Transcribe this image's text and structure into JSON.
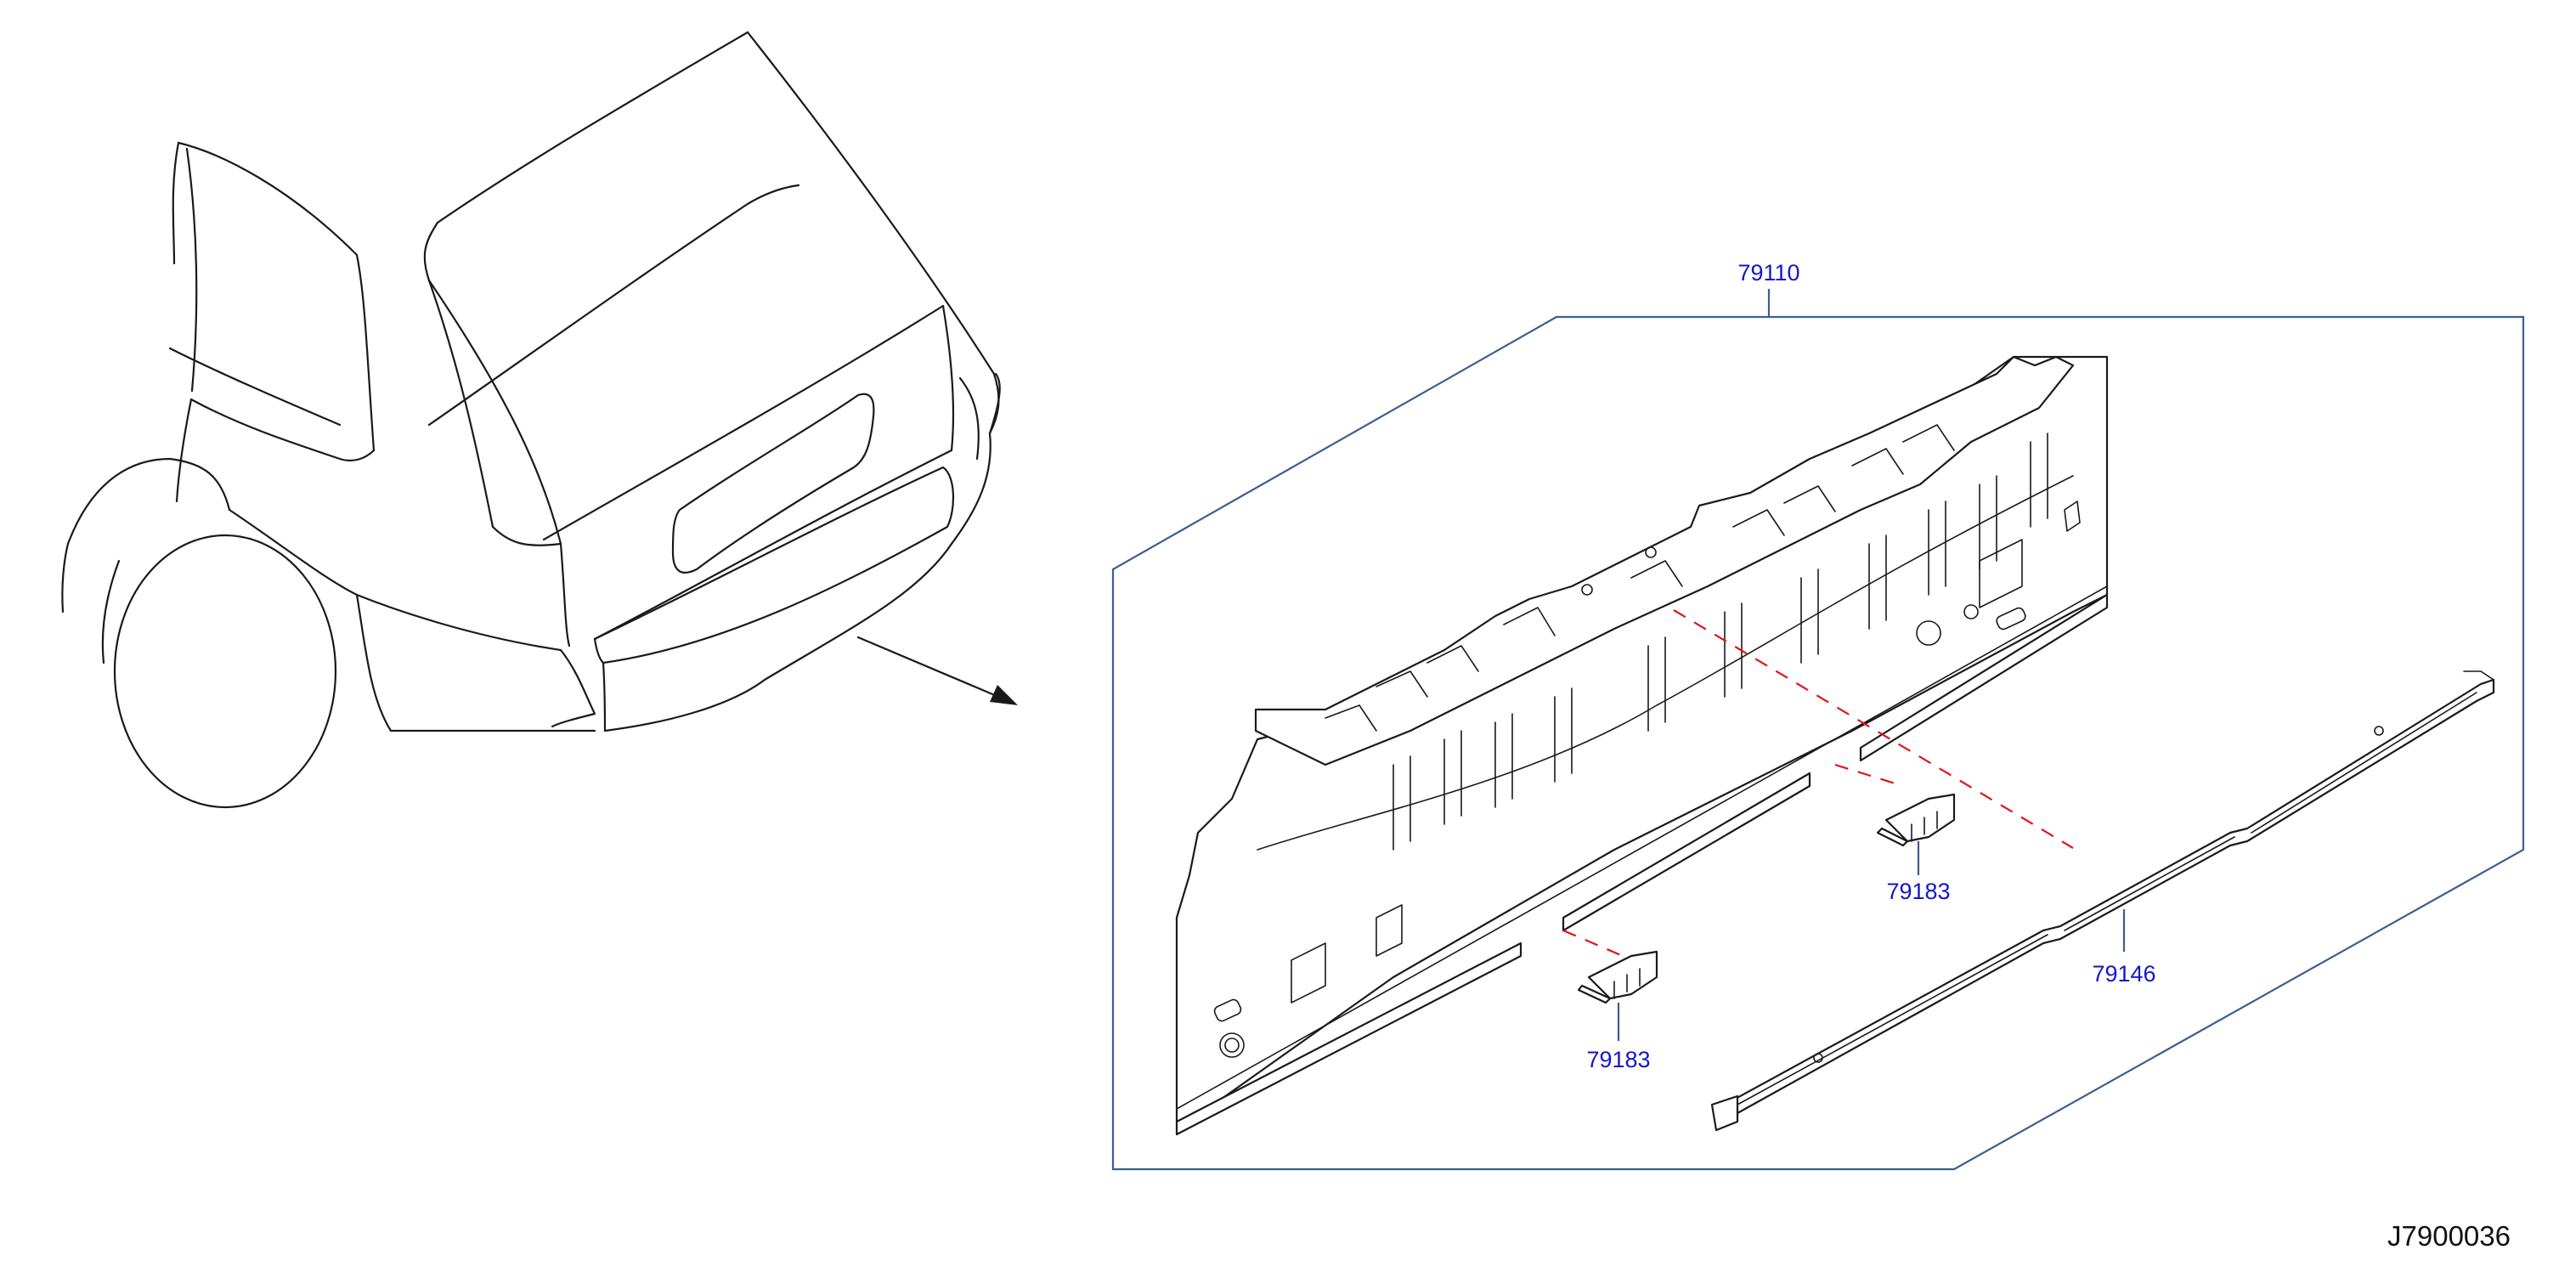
{
  "callouts": {
    "rear_panel": "79110",
    "clip_right": "79183",
    "clip_left": "79183",
    "finisher": "79146"
  },
  "diagram_reference": "J7900036",
  "colors": {
    "callout_text": "#1616c8",
    "frame_line": "#3b5f8f",
    "assembly_dash": "#e0141b",
    "line_art": "#1a1a1a"
  }
}
